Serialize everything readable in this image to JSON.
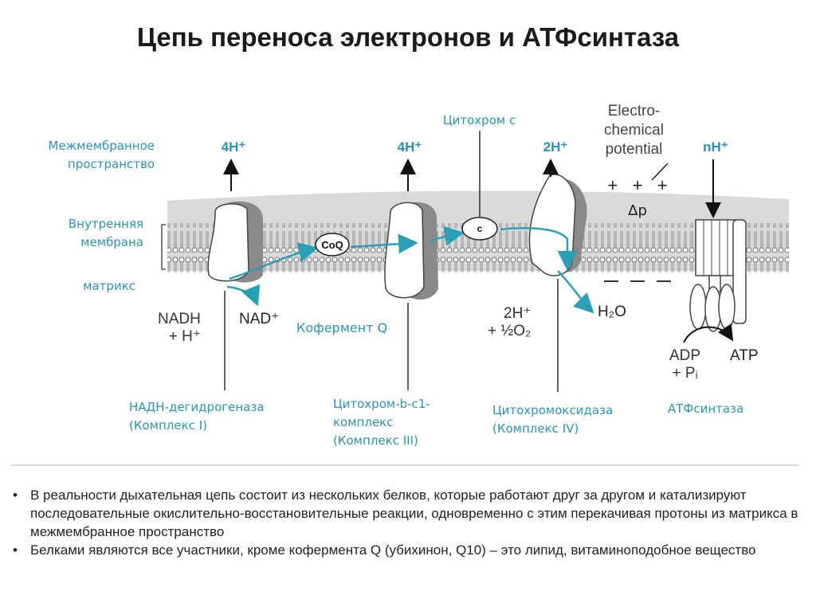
{
  "title": "Цепь переноса электронов и АТФсинтаза",
  "labels": {
    "intermembrane": "Межмембранное\nпространство",
    "inner_membrane": "Внутренняя\nмембрана",
    "matrix": "матрикс",
    "cytochrome_c": "Цитохром с",
    "coenzyme_q": "Кофермент Q",
    "complex1": "НАДН-дегидрогеназа\n(Комплекс I)",
    "complex3": "Цитохром-b-c1-\nкомплекс\n(Комплекс III)",
    "complex4": "Цитохромоксидаза\n(Комплекс IV)",
    "atp_synthase": "АТФсинтаза"
  },
  "diagram": {
    "h1": "4H⁺",
    "h2": "4H⁺",
    "h3": "2H⁺",
    "h4": "nH⁺",
    "ec_potential": "Electro-\nchemical\npotential",
    "plus_signs": "+   +   +",
    "minus_signs": "—   —   —",
    "delta_p": "Δp",
    "coq": "CoQ",
    "c": "c",
    "nadh": "NADH\n+ H⁺",
    "nad": "NAD⁺",
    "h2o_in": "2H⁺\n+ ½O₂",
    "h2o_out": "H₂O",
    "adp": "ADP\n+ Pᵢ",
    "atp": "ATP"
  },
  "bullets": [
    "В реальности дыхательная цепь состоит из нескольких белков, которые работают друг за другом и катализируют последовательные окислительно-восстановительные реакции, одновременно с этим перекачивая протоны из матрикса в межмембранное пространство",
    "Белками являются все участники, кроме кофермента Q (убихинон, Q10) – это липид, витаминоподобное вещество"
  ],
  "colors": {
    "teal": "#2a93b6",
    "membrane": "#d9d9d9",
    "arrow_teal": "#2aa0b8"
  }
}
